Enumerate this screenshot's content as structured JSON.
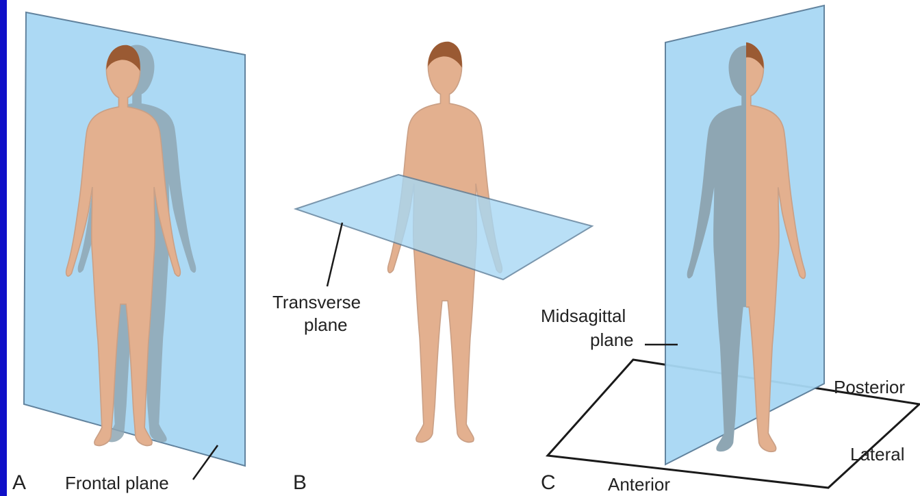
{
  "colors": {
    "background_border": "#1010c8",
    "panel": "#ffffff",
    "plane_fill": "#a8d8f4",
    "plane_stroke": "#5a7d99",
    "skin": "#e3b08f",
    "skin_shadow": "#caa086",
    "hair": "#9a5a33",
    "body_behind_plane": "#8ea6b3",
    "line": "#1a1a1a"
  },
  "panels": [
    {
      "letter": "A",
      "plane_label": "Frontal plane"
    },
    {
      "letter": "B",
      "plane_label_line1": "Transverse",
      "plane_label_line2": "plane"
    },
    {
      "letter": "C",
      "plane_label_line1": "Midsagittal",
      "plane_label_line2": "plane",
      "directions": {
        "posterior": "Posterior",
        "lateral": "Lateral",
        "anterior": "Anterior"
      }
    }
  ]
}
